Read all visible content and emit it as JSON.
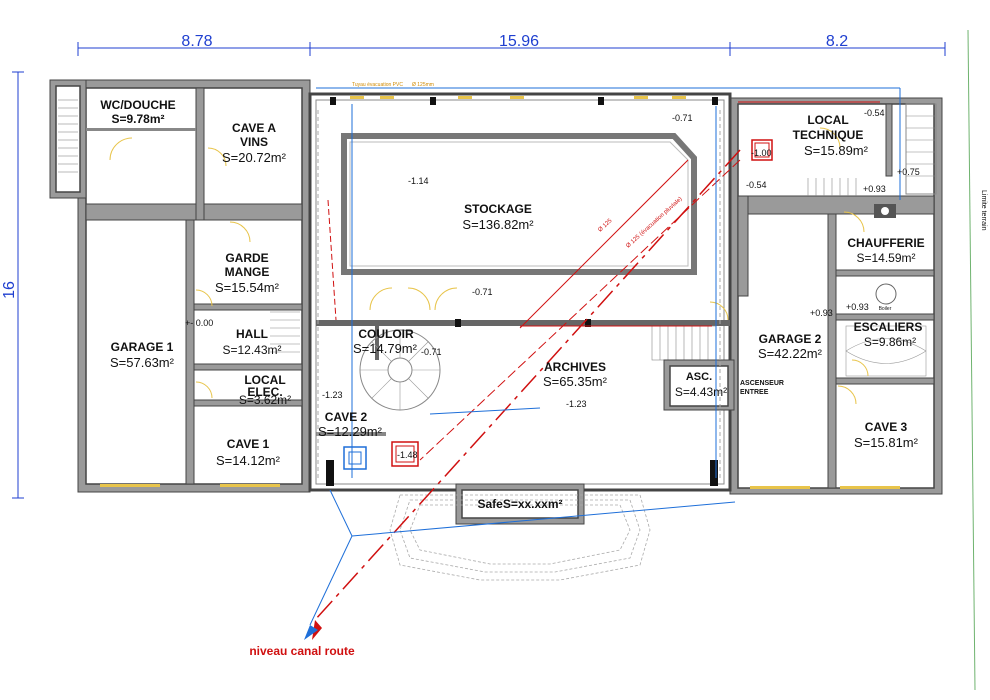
{
  "dimensions": {
    "top_left": "8.78",
    "top_middle": "15.96",
    "top_right": "8.2",
    "left_height": "16"
  },
  "rooms": {
    "wc_douche": {
      "name": "WC/DOUCHE",
      "area": "S=9.78m²"
    },
    "cave_a_vins": {
      "name_line1": "CAVE A",
      "name_line2": "VINS",
      "area": "S=20.72m²"
    },
    "garde_mange": {
      "name_line1": "GARDE",
      "name_line2": "MANGE",
      "area": "S=15.54m²"
    },
    "hall": {
      "name": "HALL",
      "area": "S=12.43m²"
    },
    "local_elec": {
      "name_line1": "LOCAL",
      "name_line2": "ELEC.",
      "area": "S=3.62m²"
    },
    "cave_1": {
      "name": "CAVE 1",
      "area": "S=14.12m²"
    },
    "garage_1": {
      "name": "GARAGE 1",
      "area": "S=57.63m²"
    },
    "stockage": {
      "name": "STOCKAGE",
      "area": "S=136.82m²"
    },
    "couloir": {
      "name": "COULOIR",
      "area": "S=14.79m²"
    },
    "archives": {
      "name": "ARCHIVES",
      "area": "S=65.35m²"
    },
    "cave_2": {
      "name": "CAVE 2",
      "area": "S=12.29m²"
    },
    "asc": {
      "name": "ASC.",
      "area": "S=4.43m²"
    },
    "ascenseur_entree": {
      "line1": "ASCENSEUR",
      "line2": "ENTREE"
    },
    "local_technique": {
      "name_line1": "LOCAL",
      "name_line2": "TECHNIQUE",
      "area": "S=15.89m²"
    },
    "garage_2": {
      "name": "GARAGE 2",
      "area": "S=42.22m²"
    },
    "chaufferie": {
      "name": "CHAUFFERIE",
      "area": "S=14.59m²"
    },
    "escaliers": {
      "name": "ESCALIERS",
      "area": "S=9.86m²"
    },
    "cave_3": {
      "name": "CAVE 3",
      "area": "S=15.81m²"
    },
    "safe": {
      "label": "SafeS=xx.xxm²"
    }
  },
  "levels": {
    "hall_side": "+- 0.00",
    "stockage_inner": "-1.14",
    "stockage_top": "-0.71",
    "stockage_bottom": "-0.71",
    "couloir": "-0.71",
    "cave_2": "-1.23",
    "archives": "-1.23",
    "tech_top": "-0.54",
    "tech_left": "-0.54",
    "tech_right": "+0.75",
    "tech_stair": "+0.93",
    "garage_2": "+0.93",
    "escaliers": "+0.93",
    "red_box_1": "-1.00",
    "red_box_2": "-1.48"
  },
  "annotations": {
    "pipe_label": "Tuyau évacuation PVC",
    "pipe_diameter": "Ø 125mm",
    "pipe_a": "Ø 125",
    "pipe_b": "Ø 125 (évacuation pluviale)",
    "terrain": "Limite terrain",
    "boiler": "Boiler",
    "canal": "niveau canal route"
  },
  "colors": {
    "dimension_blue": "#1f3fd0",
    "pipe_red": "#d01010",
    "pipe_blue": "#1e6fd9",
    "wall_grey": "#9a9a9a",
    "window_yellow": "#e8c44a",
    "terrain_green": "#6fb36f"
  }
}
